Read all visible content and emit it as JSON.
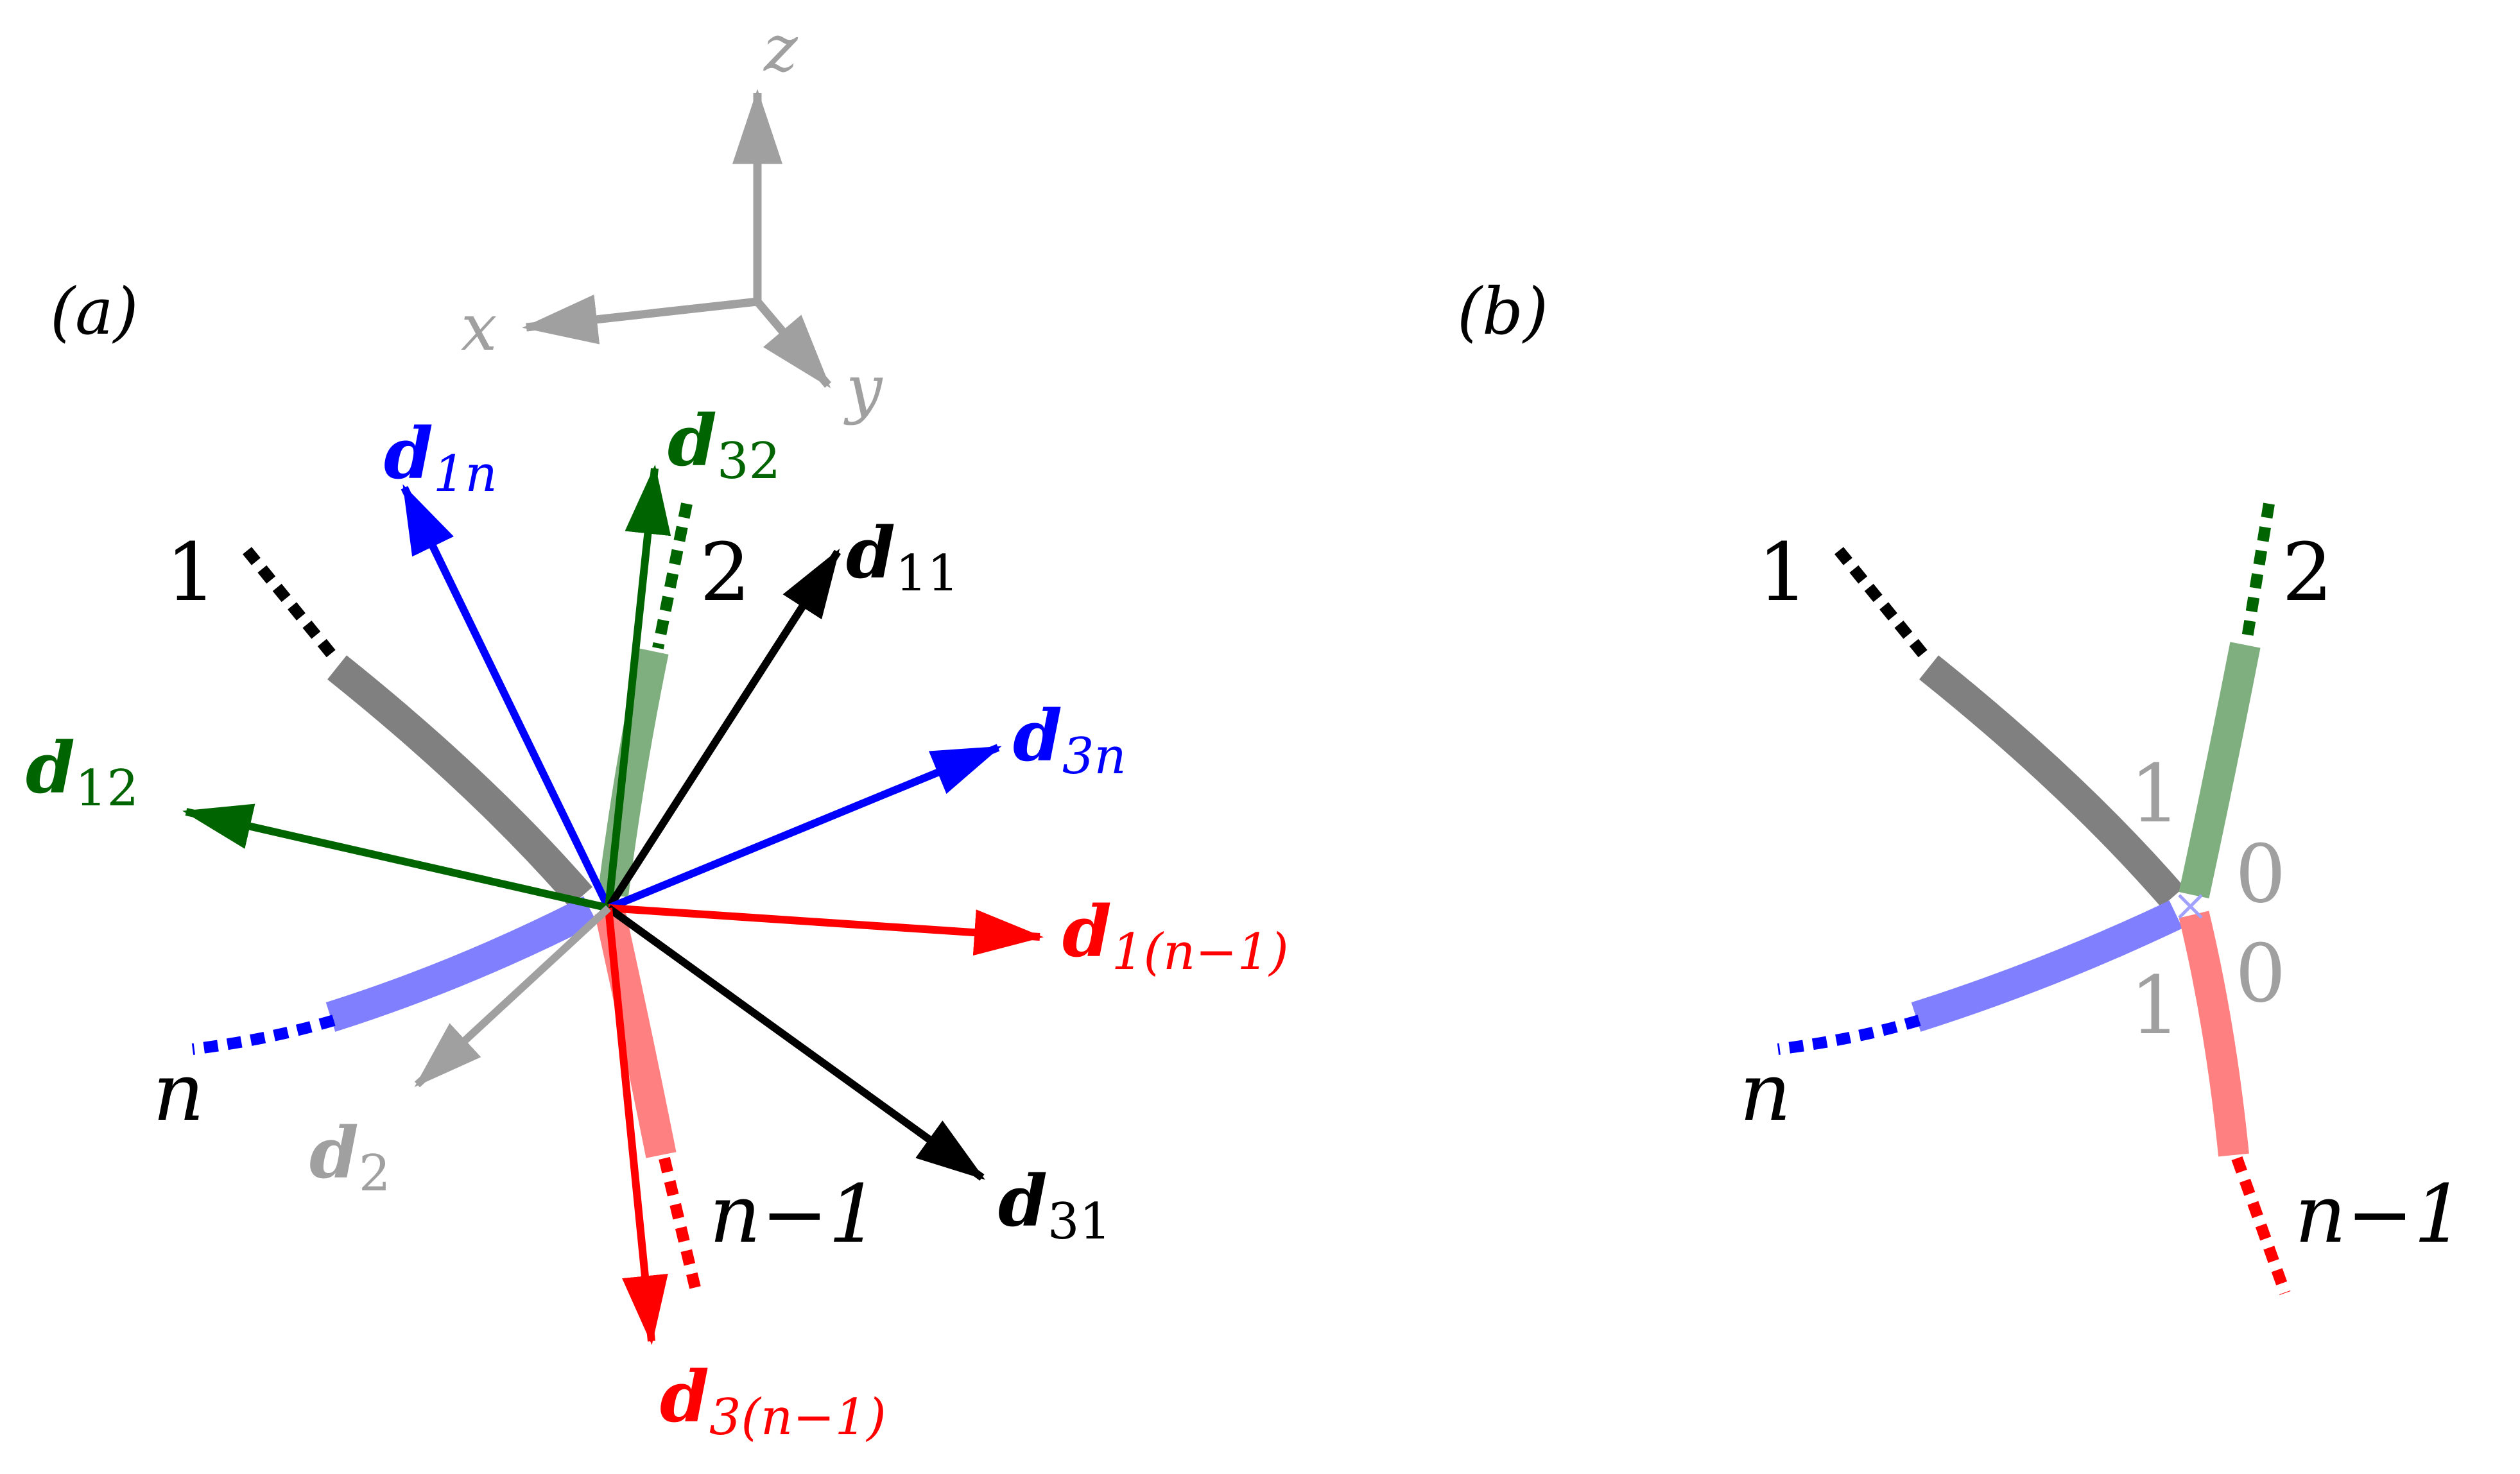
{
  "panels": {
    "a": {
      "label": "(a)",
      "axes": {
        "x": {
          "label": "x",
          "color": "#a0a0a0"
        },
        "y": {
          "label": "y",
          "color": "#a0a0a0"
        },
        "z": {
          "label": "z",
          "color": "#a0a0a0"
        }
      },
      "rods": [
        {
          "id": "1",
          "label": "1",
          "color": "#808080",
          "dash_color": "#000000"
        },
        {
          "id": "2",
          "label": "2",
          "color": "#7faf7f",
          "dash_color": "#006400"
        },
        {
          "id": "n",
          "label": "n",
          "color": "#8080ff",
          "dash_color": "#0000ff"
        },
        {
          "id": "n-1",
          "label": "n−1",
          "color": "#ff8080",
          "dash_color": "#ff0000"
        }
      ],
      "vectors": [
        {
          "id": "d1n",
          "base": "d",
          "sub": "1n",
          "color": "#0000ff"
        },
        {
          "id": "d32",
          "base": "d",
          "sub": "32",
          "color": "#006400"
        },
        {
          "id": "d11",
          "base": "d",
          "sub": "11",
          "color": "#000000"
        },
        {
          "id": "d3n",
          "base": "d",
          "sub": "3n",
          "color": "#0000ff"
        },
        {
          "id": "d12",
          "base": "d",
          "sub": "12",
          "color": "#006400"
        },
        {
          "id": "d1n1",
          "base": "d",
          "sub": "1(n−1)",
          "color": "#ff0000"
        },
        {
          "id": "d31",
          "base": "d",
          "sub": "31",
          "color": "#000000"
        },
        {
          "id": "d3n1",
          "base": "d",
          "sub": "3(n−1)",
          "color": "#ff0000"
        },
        {
          "id": "d2",
          "base": "d",
          "sub": "2",
          "color": "#a0a0a0"
        }
      ]
    },
    "b": {
      "label": "(b)",
      "rods": [
        {
          "id": "1",
          "label": "1",
          "end_label": "1",
          "color": "#808080",
          "dash_color": "#000000"
        },
        {
          "id": "2",
          "label": "2",
          "end_label": "0",
          "color": "#7faf7f",
          "dash_color": "#006400"
        },
        {
          "id": "n",
          "label": "n",
          "end_label": "1",
          "color": "#8080ff",
          "dash_color": "#0000ff"
        },
        {
          "id": "n-1",
          "label": "n−1",
          "end_label": "0",
          "color": "#ff8080",
          "dash_color": "#ff0000"
        }
      ]
    }
  }
}
